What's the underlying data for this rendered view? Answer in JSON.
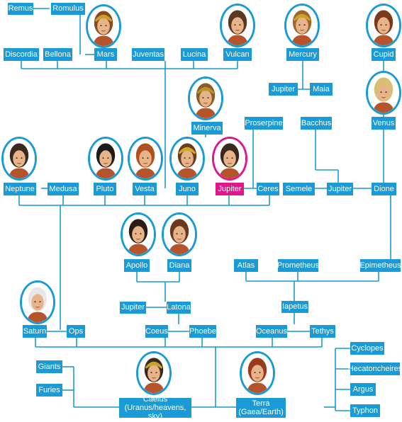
{
  "colors": {
    "accent": "#1a9ad6",
    "highlight": "#e0168a"
  },
  "names": {
    "remus": "Remus",
    "romulus": "Romulus",
    "discordia": "Discordia",
    "bellona": "Bellona",
    "mars": "Mars",
    "juventas": "Juventas",
    "lucina": "Lucina",
    "vulcan": "Vulcan",
    "mercury": "Mercury",
    "cupid": "Cupid",
    "jupiter_maia": "Jupiter",
    "maia": "Maia",
    "minerva": "Minerva",
    "proserpine": "Proserpine",
    "bacchus": "Bacchus",
    "venus": "Venus",
    "neptune": "Neptune",
    "medusa": "Medusa",
    "pluto": "Pluto",
    "vesta": "Vesta",
    "juno": "Juno",
    "jupiter_main": "Jupiter",
    "ceres": "Ceres",
    "semele": "Semele",
    "jupiter_semele": "Jupiter",
    "dione": "Dione",
    "apollo": "Apollo",
    "diana": "Diana",
    "atlas": "Atlas",
    "prometheus": "Prometheus",
    "epimetheus": "Epimetheus",
    "jupiter_latona": "Jupiter",
    "latona": "Latona",
    "iapetus": "Iapetus",
    "coeus": "Coeus",
    "phoebe": "Phoebe",
    "oceanus": "Oceanus",
    "tethys": "Tethys",
    "saturn": "Saturn",
    "ops": "Ops",
    "cyclopes": "Cyclopes",
    "giants": "Giants",
    "hecatoncheires": "Hecatoncheires",
    "furies": "Furies",
    "argus": "Argus",
    "typhon": "Typhon",
    "caelus_1": "Caelus",
    "caelus_2": "(Uranus/heavens, sky)",
    "terra_1": "Terra",
    "terra_2": "(Gaea/Earth)"
  },
  "portraits": [
    {
      "id": "mars",
      "icon": "mars-portrait-icon",
      "hair": "#8a4a1e",
      "helmet": "#c9a227"
    },
    {
      "id": "vulcan",
      "icon": "vulcan-portrait-icon",
      "hair": "#5a3a1e",
      "helmet": ""
    },
    {
      "id": "mercury",
      "icon": "mercury-portrait-icon",
      "hair": "#a0642e",
      "helmet": "#c9a227"
    },
    {
      "id": "cupid",
      "icon": "cupid-portrait-icon",
      "hair": "#7a3a1a",
      "helmet": ""
    },
    {
      "id": "minerva",
      "icon": "minerva-portrait-icon",
      "hair": "#8a5a2a",
      "helmet": "#b8942a"
    },
    {
      "id": "venus",
      "icon": "venus-portrait-icon",
      "hair": "#d8c070",
      "helmet": ""
    },
    {
      "id": "neptune",
      "icon": "neptune-portrait-icon",
      "hair": "#3a2a1e",
      "helmet": ""
    },
    {
      "id": "pluto",
      "icon": "pluto-portrait-icon",
      "hair": "#1e1a1a",
      "helmet": ""
    },
    {
      "id": "vesta",
      "icon": "vesta-portrait-icon",
      "hair": "#b0501e",
      "helmet": ""
    },
    {
      "id": "juno",
      "icon": "juno-portrait-icon",
      "hair": "#6a3a1e",
      "helmet": "#d0a830"
    },
    {
      "id": "jupiter",
      "icon": "jupiter-portrait-icon",
      "hair": "#3a2a1e",
      "helmet": ""
    },
    {
      "id": "apollo",
      "icon": "apollo-portrait-icon",
      "hair": "#2a1e14",
      "helmet": ""
    },
    {
      "id": "diana",
      "icon": "diana-portrait-icon",
      "hair": "#6a3a1e",
      "helmet": ""
    },
    {
      "id": "saturn",
      "icon": "saturn-portrait-icon",
      "hair": "#e8e8e8",
      "helmet": ""
    },
    {
      "id": "caelus",
      "icon": "caelus-portrait-icon",
      "hair": "#3a2a1e",
      "helmet": "#c9a227"
    },
    {
      "id": "terra",
      "icon": "terra-portrait-icon",
      "hair": "#9a3a1e",
      "helmet": ""
    }
  ]
}
